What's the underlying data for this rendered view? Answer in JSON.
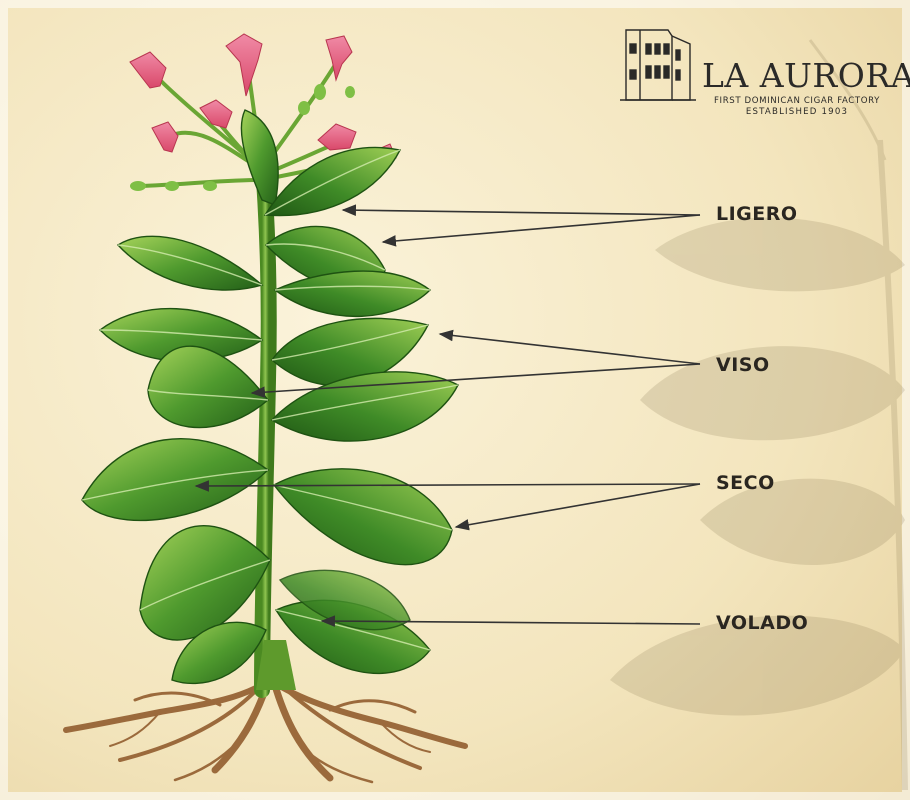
{
  "brand": {
    "name": "LA AURORA",
    "tagline": "FIRST DOMINICAN CIGAR FACTORY",
    "established": "ESTABLISHED 1903"
  },
  "leaf_labels": [
    {
      "key": "ligero",
      "text": "LIGERO"
    },
    {
      "key": "viso",
      "text": "VISO"
    },
    {
      "key": "seco",
      "text": "SECO"
    },
    {
      "key": "volado",
      "text": "VOLADO"
    }
  ],
  "colors": {
    "paper_light": "#f7eccd",
    "paper_dark": "#ead8a8",
    "leaf_dark": "#2f7a22",
    "leaf_light": "#8cc24a",
    "stem": "#5e9a2c",
    "flower": "#e7617f",
    "root": "#9b6a3c",
    "arrow": "#333333",
    "text": "#2a2620"
  }
}
